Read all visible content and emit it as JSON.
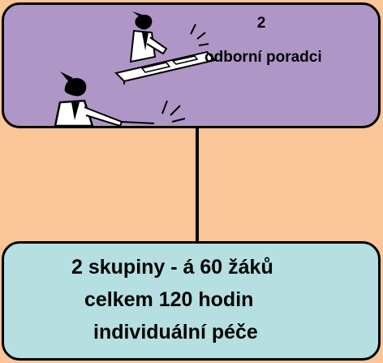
{
  "top_box": {
    "count": "2",
    "label": "odborní poradci"
  },
  "bottom_box": {
    "lines": [
      "2 skupiny   - á   60 žáků",
      "celkem  120 hodin",
      "individuální péče"
    ]
  },
  "colors": {
    "background": "#FAC597",
    "top_box_fill": "#AE97C6",
    "bottom_box_fill": "#B5DFE0",
    "stroke": "#000000"
  },
  "icons": [
    "person-at-desk-clipart",
    "person-writing-clipart"
  ]
}
